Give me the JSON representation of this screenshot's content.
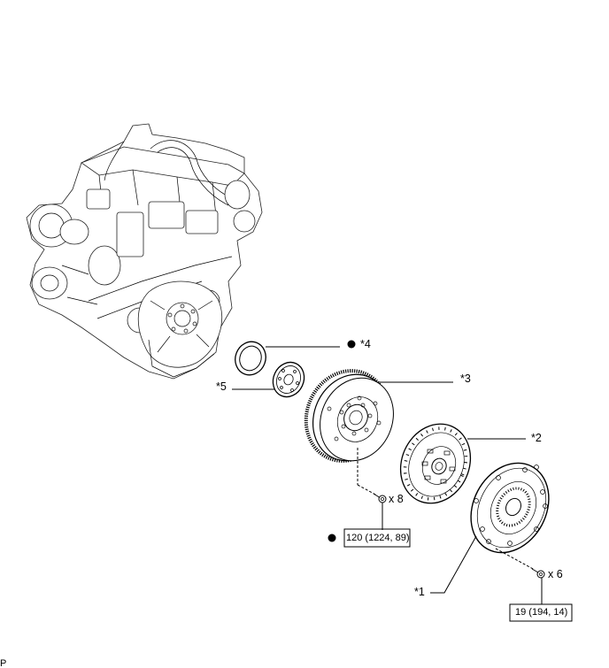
{
  "callouts": {
    "p1": "*1",
    "p2": "*2",
    "p3": "*3",
    "p4": "*4",
    "p5": "*5"
  },
  "bolts": {
    "flywheel_count": "x 8",
    "cover_count": "x 6"
  },
  "torque": {
    "flywheel_bolt": "120 (1224, 89)",
    "cover_bolt": "19 (194, 14)"
  },
  "corner_mark": "P"
}
